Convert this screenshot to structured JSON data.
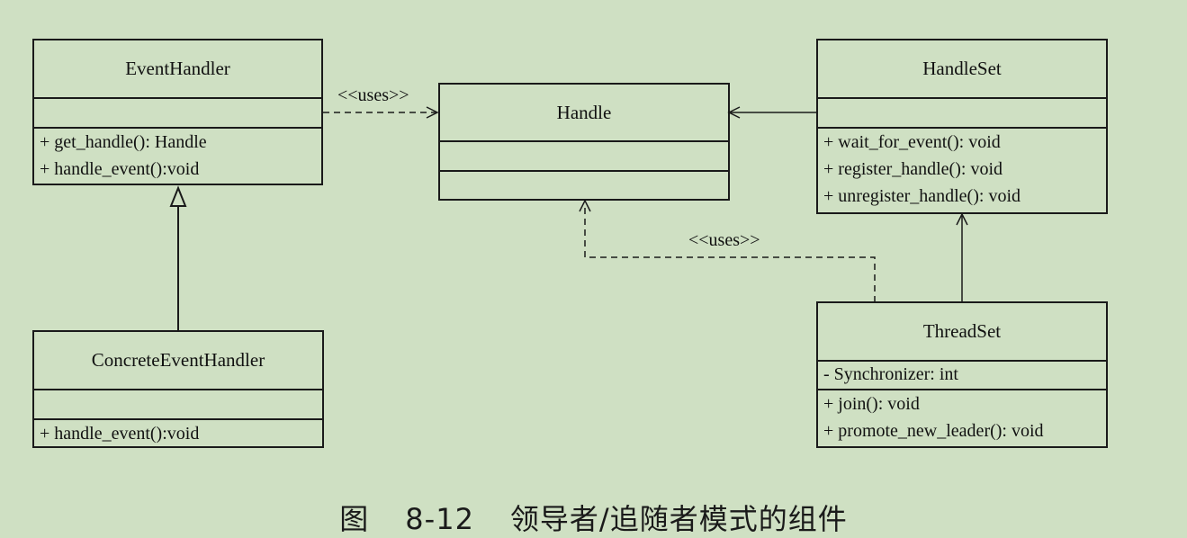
{
  "classes": {
    "event_handler": {
      "name": "EventHandler",
      "attributes": [],
      "operations": [
        "+ get_handle(): Handle",
        "+ handle_event():void"
      ]
    },
    "handle": {
      "name": "Handle",
      "attributes": [],
      "operations": []
    },
    "handle_set": {
      "name": "HandleSet",
      "attributes": [],
      "operations": [
        "+ wait_for_event(): void",
        "+ register_handle(): void",
        "+ unregister_handle(): void"
      ]
    },
    "concrete_event_handler": {
      "name": "ConcreteEventHandler",
      "attributes": [],
      "operations": [
        "+ handle_event():void"
      ]
    },
    "thread_set": {
      "name": "ThreadSet",
      "attributes": [
        "- Synchronizer: int"
      ],
      "operations": [
        "+ join(): void",
        "+ promote_new_leader(): void"
      ]
    }
  },
  "relations": {
    "eventhandler_uses_handle": "<<uses>>",
    "threadset_uses_handle": "<<uses>>"
  },
  "caption": {
    "figure_label": "图",
    "figure_number": "8-12",
    "title": "领导者/追随者模式的组件"
  }
}
